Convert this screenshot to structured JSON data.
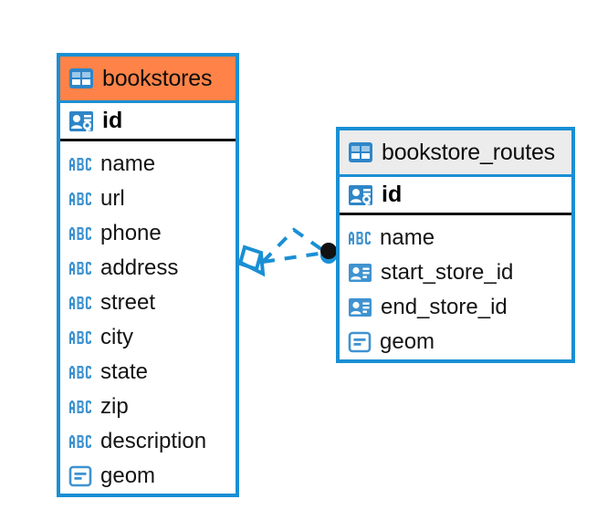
{
  "diagram": {
    "title": "database-entity-relationship-diagram",
    "background_color": "#ffffff",
    "accent_color": "#1a8fd4",
    "highlight_color": "#ff8348",
    "header_grey": "#ececec"
  },
  "tables": [
    {
      "id": "bookstores",
      "name": "bookstores",
      "header_style": "orange",
      "table_icon": "table-icon",
      "primary_key": {
        "name": "id",
        "icon": "primary-key-icon"
      },
      "fields": [
        {
          "name": "name",
          "icon": "text-abc-icon"
        },
        {
          "name": "url",
          "icon": "text-abc-icon"
        },
        {
          "name": "phone",
          "icon": "text-abc-icon"
        },
        {
          "name": "address",
          "icon": "text-abc-icon"
        },
        {
          "name": "street",
          "icon": "text-abc-icon"
        },
        {
          "name": "city",
          "icon": "text-abc-icon"
        },
        {
          "name": "state",
          "icon": "text-abc-icon"
        },
        {
          "name": "zip",
          "icon": "text-abc-icon"
        },
        {
          "name": "description",
          "icon": "text-abc-icon"
        },
        {
          "name": "geom",
          "icon": "geometry-icon"
        }
      ]
    },
    {
      "id": "bookstore_routes",
      "name": "bookstore_routes",
      "header_style": "grey",
      "table_icon": "table-icon",
      "primary_key": {
        "name": "id",
        "icon": "primary-key-icon"
      },
      "fields": [
        {
          "name": "name",
          "icon": "text-abc-icon"
        },
        {
          "name": "start_store_id",
          "icon": "foreign-key-icon"
        },
        {
          "name": "end_store_id",
          "icon": "foreign-key-icon"
        },
        {
          "name": "geom",
          "icon": "geometry-icon"
        }
      ]
    }
  ],
  "relationship": {
    "name": "bookstores-to-bookstore-routes-relation",
    "line_style": "dashed",
    "color": "#1a8fd4",
    "source_marker": "crows-foot-many-marker",
    "target_marker": "filled-circle-marker"
  }
}
